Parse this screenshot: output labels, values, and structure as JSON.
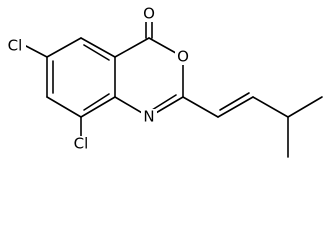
{
  "molecule": {
    "atoms": {
      "carbonyl_oxygen": "O",
      "ring_oxygen": "O",
      "ring_nitrogen": "N",
      "chlorine_top": "Cl",
      "chlorine_bottom": "Cl"
    }
  }
}
